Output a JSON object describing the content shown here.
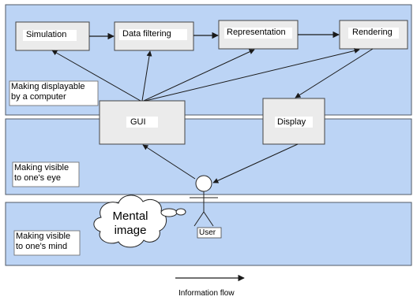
{
  "bands": {
    "computer": {
      "label": "Making displayable\nby a computer"
    },
    "eye": {
      "label": "Making visible\nto one's eye"
    },
    "mind": {
      "label": "Making visible\nto one's mind"
    }
  },
  "pipeline": {
    "simulation": "Simulation",
    "data_filtering": "Data filtering",
    "representation": "Representation",
    "rendering": "Rendering"
  },
  "gui": "GUI",
  "display": "Display",
  "user": "User",
  "mental_image": "Mental\nimage",
  "legend": {
    "label": "Information flow"
  },
  "colors": {
    "band_fill": "#bcd4f5",
    "band_stroke": "#505a66",
    "box_fill": "#ebebeb",
    "box_stroke": "#444444",
    "arrow": "#1a1a1a"
  }
}
